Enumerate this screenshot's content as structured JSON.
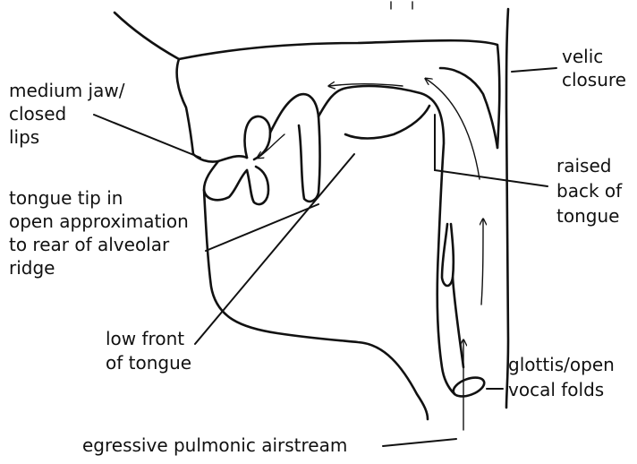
{
  "labels": {
    "jaw_line1": "medium jaw/",
    "jaw_line2": "closed",
    "jaw_line3": "lips",
    "velic_line1": "velic",
    "velic_line2": "closure",
    "tip_line1": "tongue tip in",
    "tip_line2": "open approximation",
    "tip_line3": "to rear of alveolar",
    "tip_line4": "ridge",
    "back_line1": "raised",
    "back_line2": "back of",
    "back_line3": "tongue",
    "front_line1": "low front",
    "front_line2": "of tongue",
    "glottis_line1": "glottis/open",
    "glottis_line2": "vocal folds",
    "airstream": "egressive pulmonic airstream"
  },
  "colors": {
    "ink": "#111111",
    "background": "#ffffff"
  }
}
